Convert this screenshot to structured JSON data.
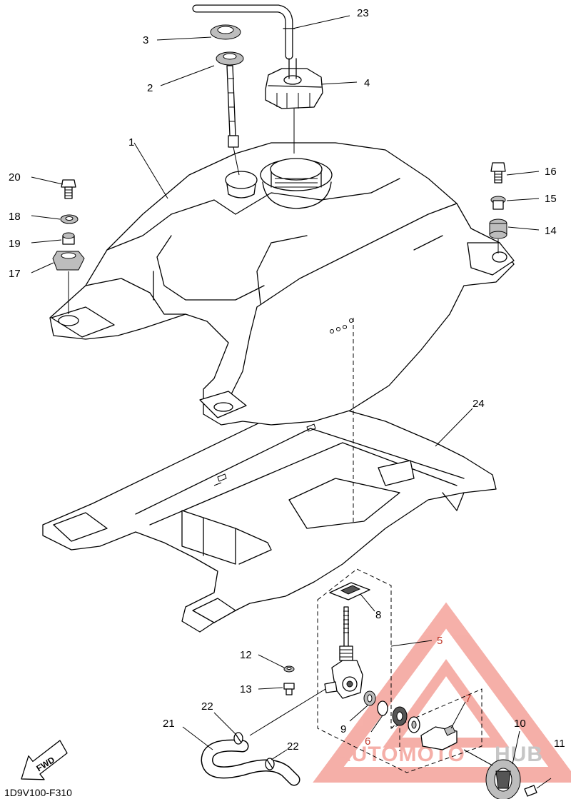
{
  "diagram_code": "1D9V100-F310",
  "fwd_arrow": {
    "label": "FWD",
    "icon": "forward-arrow-icon"
  },
  "watermark": {
    "brand_part1": "AUTOMOTO",
    "brand_part2": "HUB",
    "color_primary": "#f4a29a",
    "color_secondary": "#bdbdbd"
  },
  "accent_color": "#c0392b",
  "callouts": [
    {
      "id": "1",
      "text": "1"
    },
    {
      "id": "2",
      "text": "2"
    },
    {
      "id": "3",
      "text": "3"
    },
    {
      "id": "4",
      "text": "4"
    },
    {
      "id": "5",
      "text": "5"
    },
    {
      "id": "6",
      "text": "6"
    },
    {
      "id": "7",
      "text": "7"
    },
    {
      "id": "8",
      "text": "8"
    },
    {
      "id": "9",
      "text": "9"
    },
    {
      "id": "10",
      "text": "10"
    },
    {
      "id": "11",
      "text": "11"
    },
    {
      "id": "12",
      "text": "12"
    },
    {
      "id": "13",
      "text": "13"
    },
    {
      "id": "14",
      "text": "14"
    },
    {
      "id": "15",
      "text": "15"
    },
    {
      "id": "16",
      "text": "16"
    },
    {
      "id": "17",
      "text": "17"
    },
    {
      "id": "18",
      "text": "18"
    },
    {
      "id": "19",
      "text": "19"
    },
    {
      "id": "20",
      "text": "20"
    },
    {
      "id": "21",
      "text": "21"
    },
    {
      "id": "22a",
      "text": "22"
    },
    {
      "id": "22b",
      "text": "22"
    },
    {
      "id": "23",
      "text": "23"
    },
    {
      "id": "24",
      "text": "24"
    }
  ]
}
